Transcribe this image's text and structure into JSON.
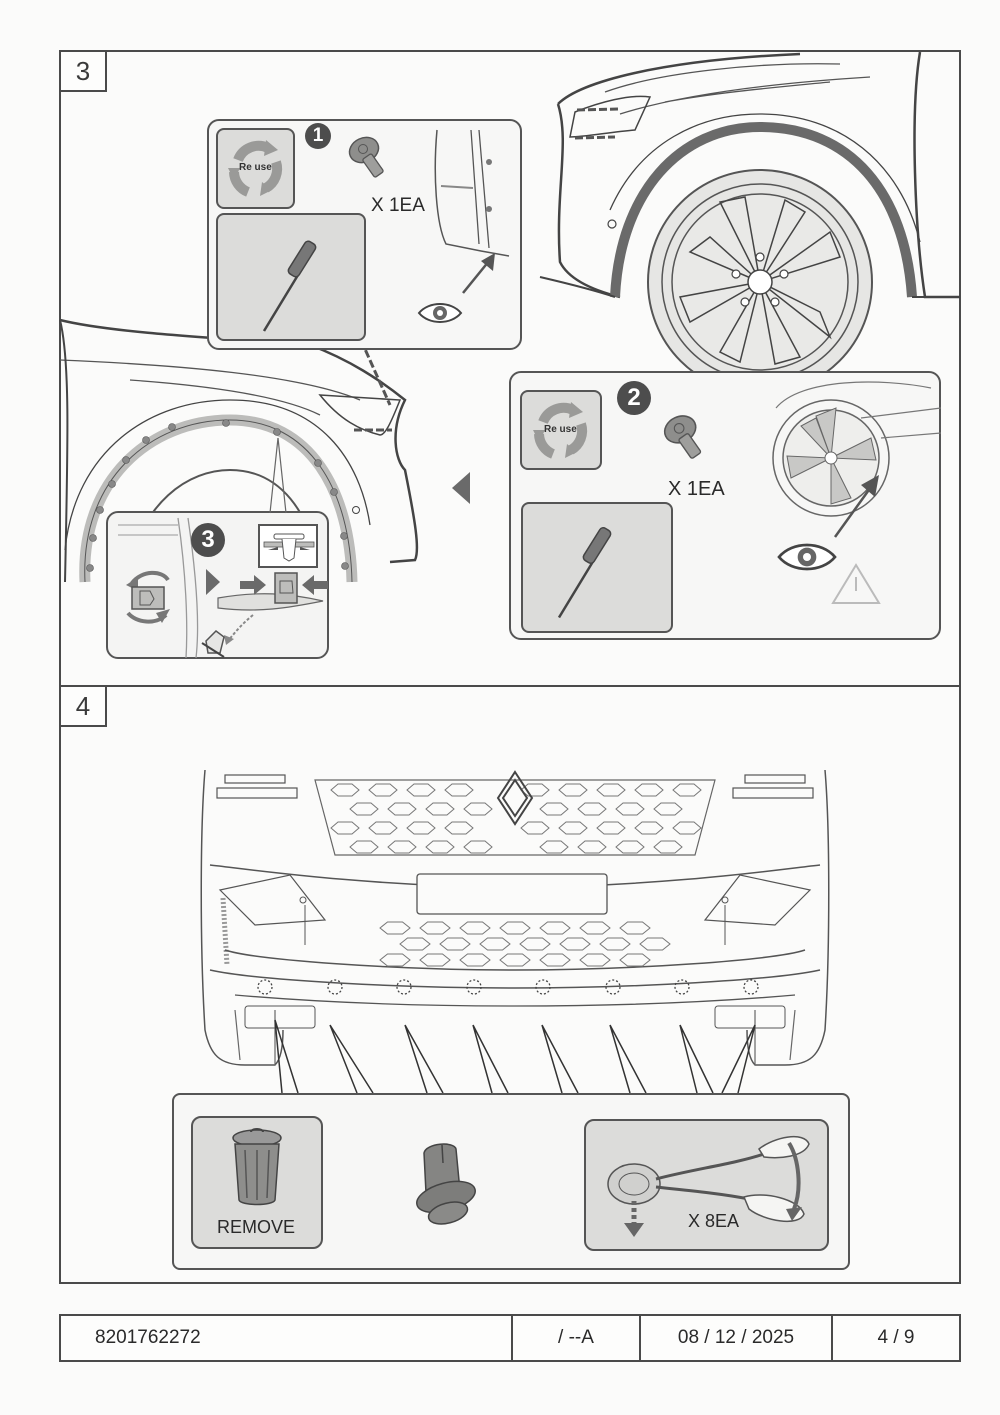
{
  "document": {
    "steps": [
      {
        "number": "3",
        "substeps": [
          {
            "badge": "1",
            "reuse_label": "Re use",
            "quantity": "X 1EA",
            "tool": "screwdriver-icon",
            "part": "screw-icon",
            "view": "eye-icon"
          },
          {
            "badge": "2",
            "reuse_label": "Re use",
            "quantity": "X 1EA",
            "tool": "screwdriver-icon",
            "part": "screw-icon",
            "view": "eye-icon"
          },
          {
            "badge": "3",
            "part": "clip-icon",
            "action": "squeeze-and-remove"
          }
        ]
      },
      {
        "number": "4",
        "remove_label": "REMOVE",
        "quantity": "X 8EA",
        "part": "push-clip-icon",
        "tool": "clip-removal-tool-icon"
      }
    ]
  },
  "footer": {
    "part_number": "8201762272",
    "revision": "/ --A",
    "date": "08 / 12 / 2025",
    "page": "4 / 9"
  },
  "colors": {
    "line": "#4a4a4a",
    "panel_fill": "#dcdcda",
    "badge_fill": "#4d4d4d"
  }
}
